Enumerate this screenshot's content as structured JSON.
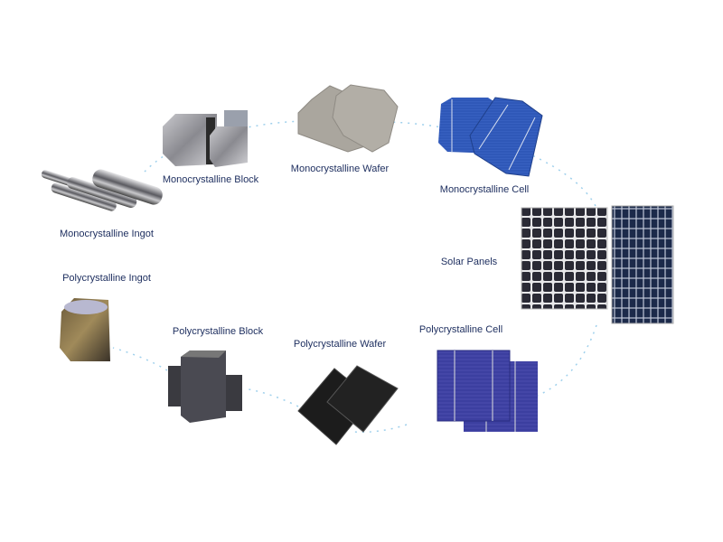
{
  "labels": {
    "mono_ingot": "Monocrystalline Ingot",
    "mono_block": "Monocrystalline Block",
    "mono_wafer": "Monocrystalline Wafer",
    "mono_cell": "Monocrystalline Cell",
    "solar_panels": "Solar Panels",
    "poly_cell": "Polycrystalline  Cell",
    "poly_wafer": "Polycrystalline Wafer",
    "poly_block": "Polycrystalline Block",
    "poly_ingot": "Polycrystalline Ingot"
  },
  "colors": {
    "label": "#1c2d5e",
    "connector": "#9fd0ec",
    "mono_cell": "#2d55b5",
    "poly_cell": "#3a3f9e",
    "wafer_mono": "#a8a49c",
    "wafer_poly": "#1e1e1e"
  }
}
